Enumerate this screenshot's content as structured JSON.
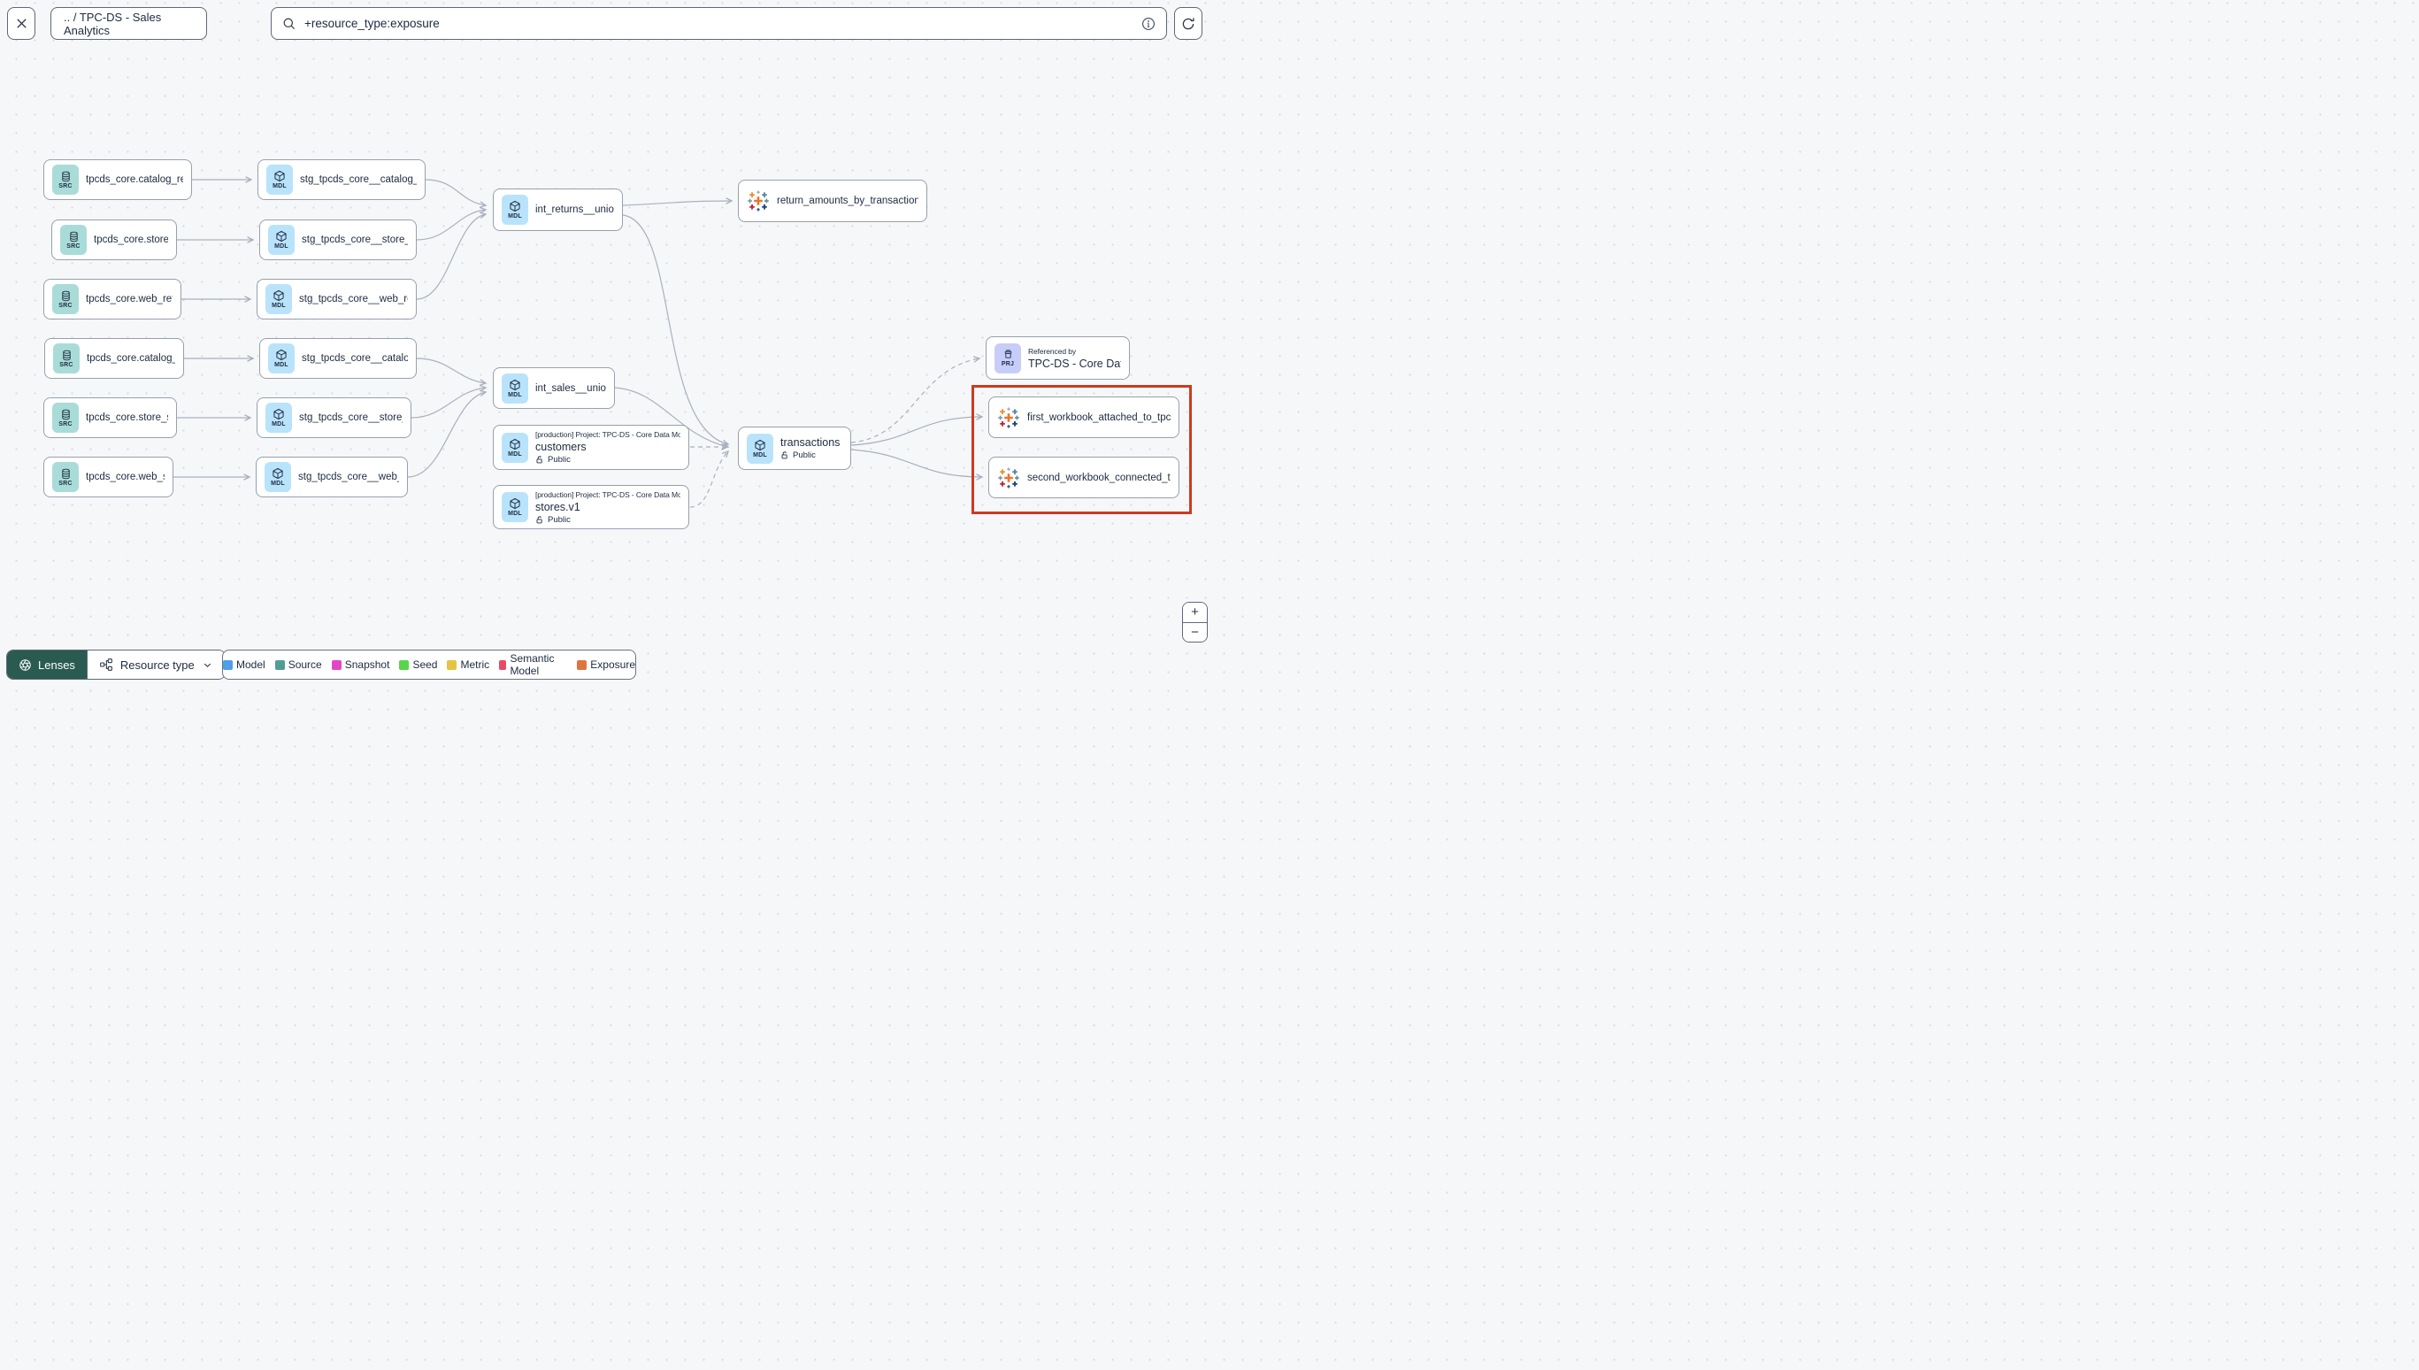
{
  "topbar": {
    "close_label": "✕",
    "breadcrumb": ".. / TPC-DS - Sales Analytics",
    "search_value": "+resource_type:exposure"
  },
  "nodes": {
    "s1": {
      "kind": "simple",
      "badge": "SRC",
      "label": "tpcds_core.catalog_returns"
    },
    "s2": {
      "kind": "simple",
      "badge": "SRC",
      "label": "tpcds_core.store_returns"
    },
    "s3": {
      "kind": "simple",
      "badge": "SRC",
      "label": "tpcds_core.web_returns"
    },
    "s4": {
      "kind": "simple",
      "badge": "SRC",
      "label": "tpcds_core.catalog_sales"
    },
    "s5": {
      "kind": "simple",
      "badge": "SRC",
      "label": "tpcds_core.store_sales"
    },
    "s6": {
      "kind": "simple",
      "badge": "SRC",
      "label": "tpcds_core.web_sales"
    },
    "m1": {
      "kind": "simple",
      "badge": "MDL",
      "label": "stg_tpcds_core__catalog_returns"
    },
    "m2": {
      "kind": "simple",
      "badge": "MDL",
      "label": "stg_tpcds_core__store_returns"
    },
    "m3": {
      "kind": "simple",
      "badge": "MDL",
      "label": "stg_tpcds_core__web_returns"
    },
    "m4": {
      "kind": "simple",
      "badge": "MDL",
      "label": "stg_tpcds_core__catalog_sales"
    },
    "m5": {
      "kind": "simple",
      "badge": "MDL",
      "label": "stg_tpcds_core__store_sales"
    },
    "m6": {
      "kind": "simple",
      "badge": "MDL",
      "label": "stg_tpcds_core__web_sales"
    },
    "int_returns": {
      "kind": "simple",
      "badge": "MDL",
      "label": "int_returns__unioned"
    },
    "int_sales": {
      "kind": "simple",
      "badge": "MDL",
      "label": "int_sales__unioned"
    },
    "exp_returns": {
      "kind": "exposure",
      "label": "return_amounts_by_transaction_type"
    },
    "customers": {
      "kind": "rich",
      "badge": "MDL",
      "header": "[production] Project: TPC-DS - Core Data Mo…",
      "label": "customers",
      "visibility": "Public"
    },
    "stores": {
      "kind": "rich",
      "badge": "MDL",
      "header": "[production] Project: TPC-DS - Core Data Mo…",
      "label": "stores.v1",
      "visibility": "Public"
    },
    "transactions": {
      "kind": "rich",
      "badge": "MDL",
      "label": "transactions",
      "visibility": "Public"
    },
    "prj": {
      "kind": "rich",
      "badge": "PRJ",
      "header": "Referenced by",
      "label": "TPC-DS - Core Data Models"
    },
    "wb1": {
      "kind": "exposure",
      "label": "first_workbook_attached_to_tpc-ds_-_…"
    },
    "wb2": {
      "kind": "exposure",
      "label": "second_workbook_connected_to_live…"
    }
  },
  "legend": {
    "items": [
      {
        "label": "Model",
        "color": "#4D9FE8"
      },
      {
        "label": "Source",
        "color": "#539C96"
      },
      {
        "label": "Snapshot",
        "color": "#E246C6"
      },
      {
        "label": "Seed",
        "color": "#59D54A"
      },
      {
        "label": "Metric",
        "color": "#E5C443"
      },
      {
        "label": "Semantic Model",
        "color": "#E54B64"
      },
      {
        "label": "Exposure",
        "color": "#E0743F"
      }
    ]
  },
  "toolbar": {
    "lenses_label": "Lenses",
    "resource_type_label": "Resource type"
  },
  "zoom_controls": {
    "zoom_in": "+",
    "zoom_out": "−"
  },
  "colors": {
    "highlight_box": "#cd3a20",
    "lenses_bg": "#2a5b50",
    "src_badge_bg": "#a9dcd8",
    "mdl_badge_bg": "#b9e3fa",
    "prj_badge_bg": "#c7cdf9",
    "edge": "#a9b0bd",
    "canvas_bg": "#f6f7f9"
  }
}
